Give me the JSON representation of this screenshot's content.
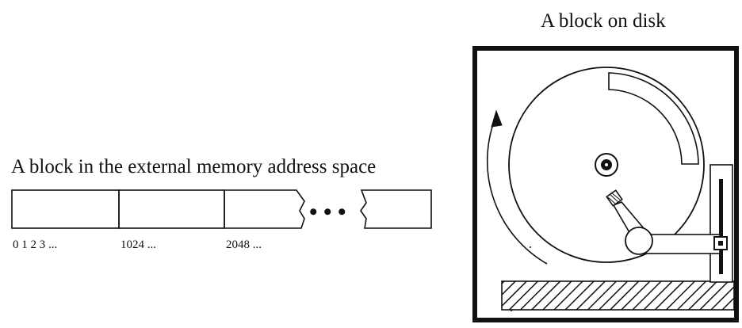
{
  "memory": {
    "caption": "A block in the external memory address space",
    "ellipsis": "• • •",
    "addresses": [
      "0 1 2 3 ...",
      "1024 ...",
      "2048 ..."
    ]
  },
  "disk": {
    "caption": "A block on disk"
  }
}
